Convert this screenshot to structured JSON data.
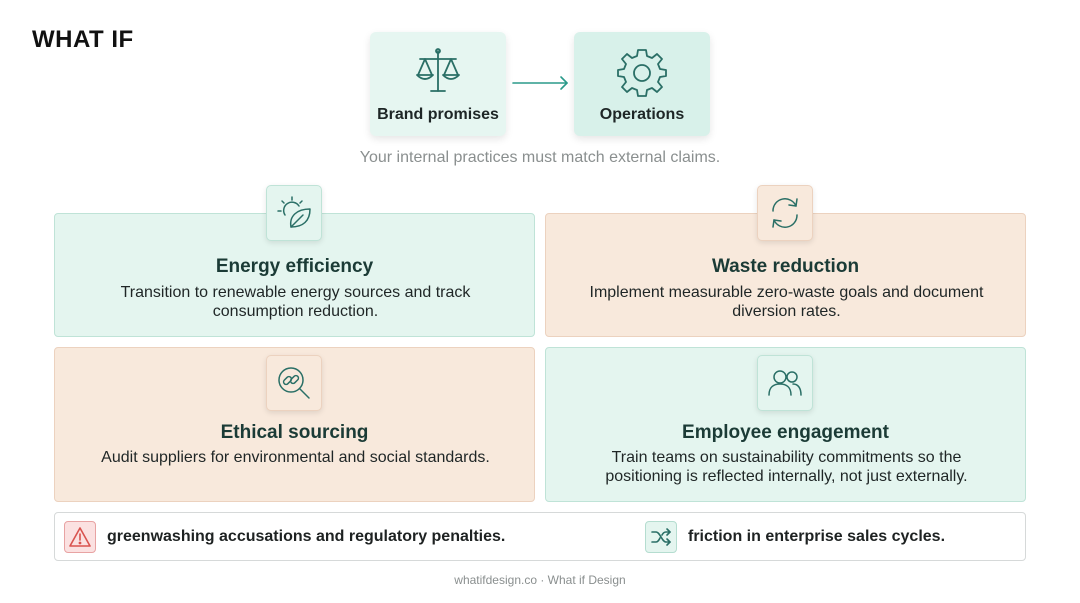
{
  "brand": "WHAT IF",
  "flow": {
    "from": {
      "label": "Brand promises",
      "icon": "scales-icon"
    },
    "to": {
      "label": "Operations",
      "icon": "gear-icon"
    },
    "subtitle": "Your internal practices must match external claims."
  },
  "cards": [
    {
      "title": "Energy efficiency",
      "desc": "Transition to renewable energy sources and track consumption reduction.",
      "icon": "sun-leaf-icon"
    },
    {
      "title": "Waste reduction",
      "desc": "Implement measurable zero-waste goals and document diversion rates.",
      "icon": "recycle-arrows-icon"
    },
    {
      "title": "Ethical sourcing",
      "desc": "Audit suppliers for environmental and social standards.",
      "icon": "chain-search-icon"
    },
    {
      "title": "Employee engagement",
      "desc": "Train teams on sustainability commitments so the positioning is reflected internally, not just externally.",
      "icon": "people-icon"
    }
  ],
  "risks": [
    {
      "text": "greenwashing accusations and regulatory penalties.",
      "icon": "warning-icon"
    },
    {
      "text": "friction in enterprise sales cycles.",
      "icon": "shuffle-icon"
    }
  ],
  "footer": "whatifdesign.co · What if Design",
  "colors": {
    "mint": "#e4f5ef",
    "peach": "#f8e9dc",
    "accent": "#2a8f80",
    "warning": "#d9534f"
  }
}
